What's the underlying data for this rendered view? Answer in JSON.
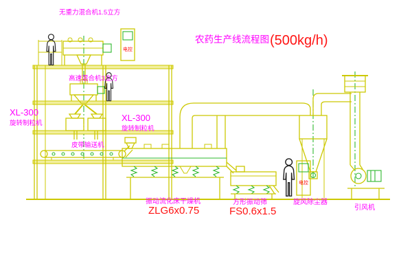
{
  "title": {
    "main": "农药生产线流程图",
    "capacity": "(500kg/h)"
  },
  "labels": {
    "top_mixer": "无重力混合机1.5立方",
    "high_speed_mixer": "高速混合机3立方",
    "granulator_left_model": "XL-300",
    "granulator_left_name": "旋转制粒机",
    "granulator_right_model": "XL-300",
    "granulator_right_name": "旋转制粒机",
    "belt_conveyor": "皮带输送机",
    "dryer_name": "振动流化床干燥机",
    "dryer_model": "ZLG6x0.75",
    "screen_name": "方形振动筛",
    "screen_model": "FS0.6x1.5",
    "cyclone": "旋风除尘器",
    "fan": "引风机",
    "cabinet_1": "电控",
    "cabinet_2": "电控"
  },
  "colors": {
    "line_yellow": "#ccc800",
    "line_green": "#2eb82e",
    "label_magenta": "#ff00ff",
    "label_red": "#ff1414",
    "figure_black": "#1c1c1c",
    "background": "#ffffff"
  }
}
